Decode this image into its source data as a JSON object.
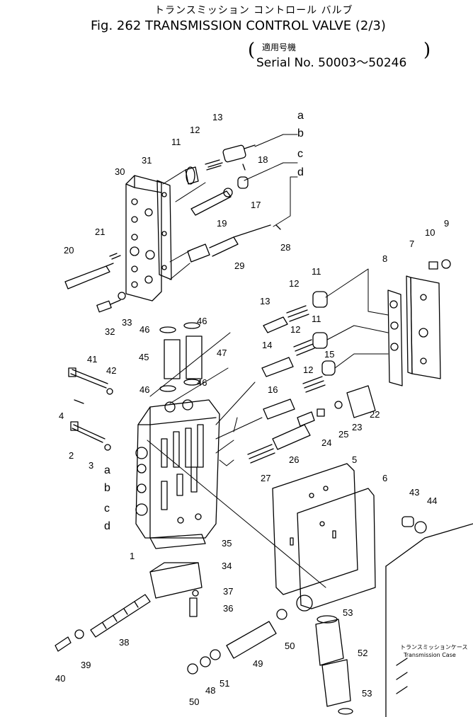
{
  "header": {
    "title_jp": "トランスミッション コントロール バルブ",
    "title": "Fig. 262 TRANSMISSION CONTROL VALVE (2/3)",
    "serial_jp": "適用号機",
    "serial": "Serial No. 50003～50246"
  },
  "parts": [
    {
      "id": "p1",
      "label": "1"
    },
    {
      "id": "p2",
      "label": "2"
    },
    {
      "id": "p3",
      "label": "3"
    },
    {
      "id": "p4",
      "label": "4"
    },
    {
      "id": "p5",
      "label": "5"
    },
    {
      "id": "p6",
      "label": "6"
    },
    {
      "id": "p7",
      "label": "7"
    },
    {
      "id": "p8",
      "label": "8"
    },
    {
      "id": "p9",
      "label": "9"
    },
    {
      "id": "p10",
      "label": "10"
    },
    {
      "id": "p11a",
      "label": "11"
    },
    {
      "id": "p11b",
      "label": "11"
    },
    {
      "id": "p11c",
      "label": "11"
    },
    {
      "id": "p12a",
      "label": "12"
    },
    {
      "id": "p12b",
      "label": "12"
    },
    {
      "id": "p12c",
      "label": "12"
    },
    {
      "id": "p12d",
      "label": "12"
    },
    {
      "id": "p13a",
      "label": "13"
    },
    {
      "id": "p13b",
      "label": "13"
    },
    {
      "id": "p14",
      "label": "14"
    },
    {
      "id": "p15",
      "label": "15"
    },
    {
      "id": "p16",
      "label": "16"
    },
    {
      "id": "p17",
      "label": "17"
    },
    {
      "id": "p18",
      "label": "18"
    },
    {
      "id": "p19",
      "label": "19"
    },
    {
      "id": "p20",
      "label": "20"
    },
    {
      "id": "p21",
      "label": "21"
    },
    {
      "id": "p22",
      "label": "22"
    },
    {
      "id": "p23",
      "label": "23"
    },
    {
      "id": "p24",
      "label": "24"
    },
    {
      "id": "p25",
      "label": "25"
    },
    {
      "id": "p26",
      "label": "26"
    },
    {
      "id": "p27",
      "label": "27"
    },
    {
      "id": "p28",
      "label": "28"
    },
    {
      "id": "p29",
      "label": "29"
    },
    {
      "id": "p30",
      "label": "30"
    },
    {
      "id": "p31",
      "label": "31"
    },
    {
      "id": "p32",
      "label": "32"
    },
    {
      "id": "p33",
      "label": "33"
    },
    {
      "id": "p34",
      "label": "34"
    },
    {
      "id": "p35",
      "label": "35"
    },
    {
      "id": "p36",
      "label": "36"
    },
    {
      "id": "p37",
      "label": "37"
    },
    {
      "id": "p38",
      "label": "38"
    },
    {
      "id": "p39",
      "label": "39"
    },
    {
      "id": "p40",
      "label": "40"
    },
    {
      "id": "p41",
      "label": "41"
    },
    {
      "id": "p42",
      "label": "42"
    },
    {
      "id": "p43",
      "label": "43"
    },
    {
      "id": "p44",
      "label": "44"
    },
    {
      "id": "p45",
      "label": "45"
    },
    {
      "id": "p46a",
      "label": "46"
    },
    {
      "id": "p46b",
      "label": "46"
    },
    {
      "id": "p46c",
      "label": "46"
    },
    {
      "id": "p46d",
      "label": "46"
    },
    {
      "id": "p47",
      "label": "47"
    },
    {
      "id": "p48",
      "label": "48"
    },
    {
      "id": "p49",
      "label": "49"
    },
    {
      "id": "p50a",
      "label": "50"
    },
    {
      "id": "p50b",
      "label": "50"
    },
    {
      "id": "p51",
      "label": "51"
    },
    {
      "id": "p52",
      "label": "52"
    },
    {
      "id": "p53a",
      "label": "53"
    },
    {
      "id": "p53b",
      "label": "53"
    }
  ],
  "port_letters": {
    "a_top": "a",
    "b_top": "b",
    "c_top": "c",
    "d_top": "d",
    "a_side": "a",
    "b_side": "b",
    "c_side": "c",
    "d_side": "d"
  },
  "case_note_jp": "トランスミッションケース",
  "case_note": "Transmission Case"
}
